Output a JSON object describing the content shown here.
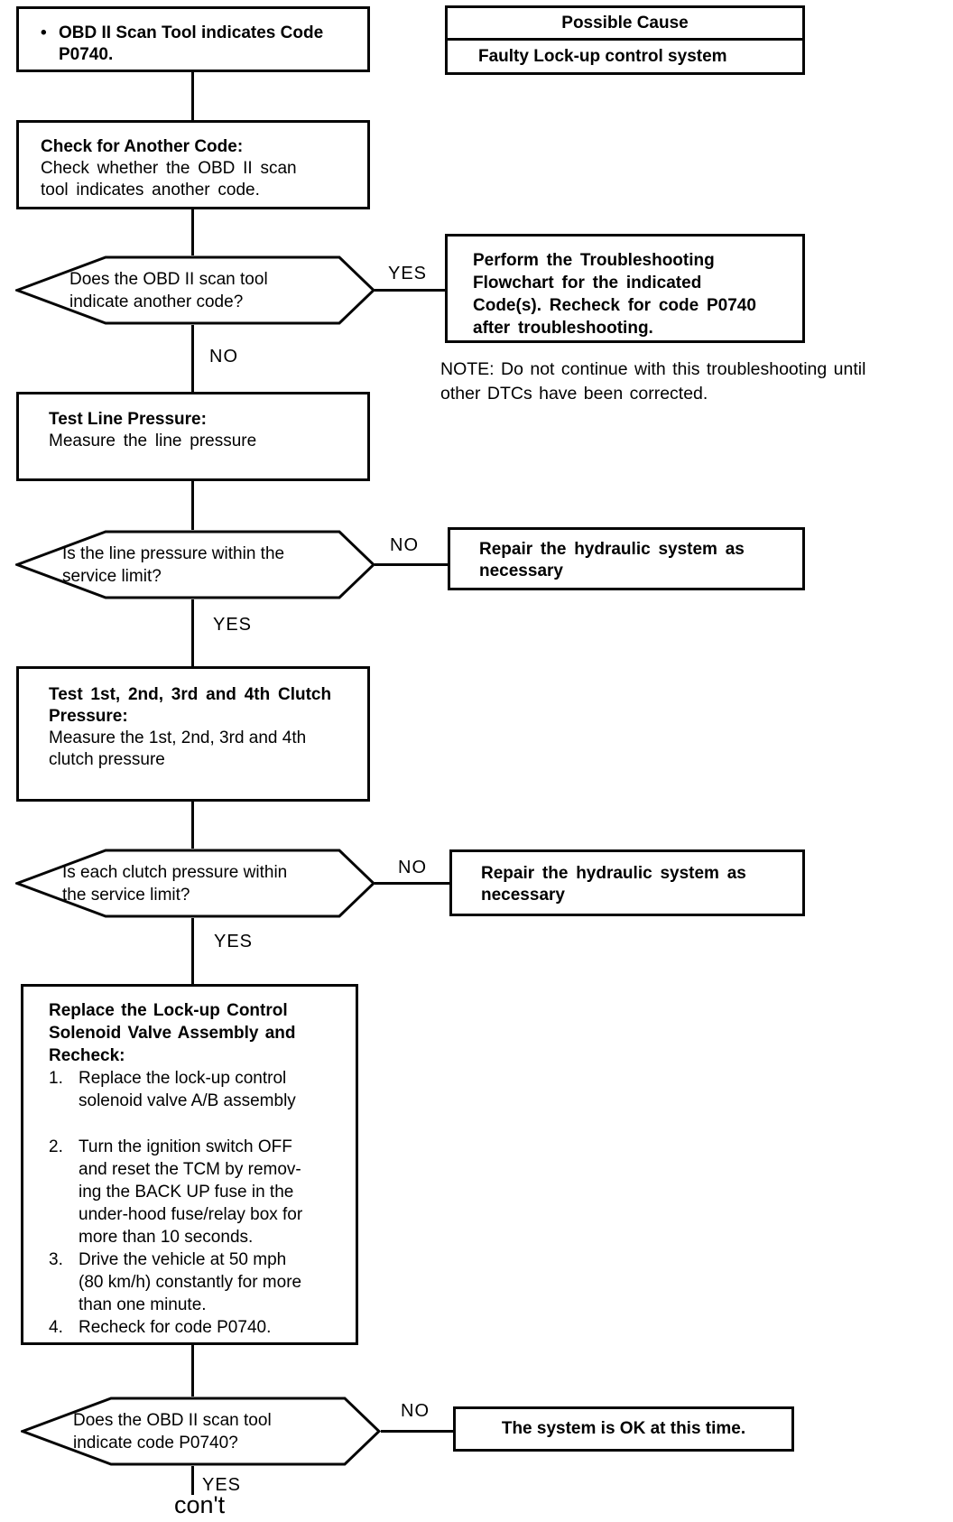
{
  "possible_cause": {
    "header": "Possible Cause",
    "cause": "Faulty Lock-up control system"
  },
  "nodes": {
    "start": {
      "bullet": "•",
      "text": "OBD II Scan Tool indicates Code\nP0740."
    },
    "check_another_code": {
      "title": "Check for Another Code:",
      "body": "Check whether the OBD II scan\ntool indicates another code."
    },
    "q_another_code": {
      "text": "Does the OBD II scan tool\nindicate another code?"
    },
    "perform_flowchart": {
      "text": "Perform the Troubleshooting\nFlowchart for the indicated\nCode(s). Recheck for code P0740\nafter troubleshooting."
    },
    "note": "NOTE: Do not continue with this troubleshooting until\nother DTCs have been corrected.",
    "test_line_pressure": {
      "title": "Test Line Pressure:",
      "body": "Measure the line pressure"
    },
    "q_line_pressure": {
      "text": "Is the line pressure within the\nservice limit?"
    },
    "repair_hydraulic_1": {
      "text": "Repair the hydraulic system as\nnecessary"
    },
    "test_clutch_pressure": {
      "title": "Test 1st, 2nd, 3rd and 4th Clutch\nPressure:",
      "body": "Measure the 1st, 2nd, 3rd and 4th\nclutch pressure"
    },
    "q_clutch_pressure": {
      "text": "Is each clutch pressure within\nthe service limit?"
    },
    "repair_hydraulic_2": {
      "text": "Repair the hydraulic system as\nnecessary"
    },
    "replace_solenoid": {
      "title": "Replace the Lock-up Control\nSolenoid Valve Assembly and\nRecheck:",
      "steps": [
        {
          "num": "1.",
          "text": "Replace the lock-up control\nsolenoid valve A/B assembly"
        },
        {
          "num": "2.",
          "text": "Turn the ignition switch OFF\nand reset the TCM by remov-\ning the BACK UP fuse in the\nunder-hood fuse/relay box for\nmore than 10 seconds."
        },
        {
          "num": "3.",
          "text": "Drive the vehicle at 50 mph\n(80 km/h) constantly for more\nthan one minute."
        },
        {
          "num": "4.",
          "text": "Recheck for code P0740."
        }
      ]
    },
    "q_code_p0740": {
      "text": "Does the OBD II scan tool\nindicate code P0740?"
    },
    "system_ok": {
      "text": "The system is OK at this time."
    }
  },
  "labels": {
    "yes1": "YES",
    "no1": "NO",
    "no2": "NO",
    "yes2": "YES",
    "no3": "NO",
    "yes3": "YES",
    "no4": "NO",
    "yes4": "YES",
    "cont": "con't"
  }
}
